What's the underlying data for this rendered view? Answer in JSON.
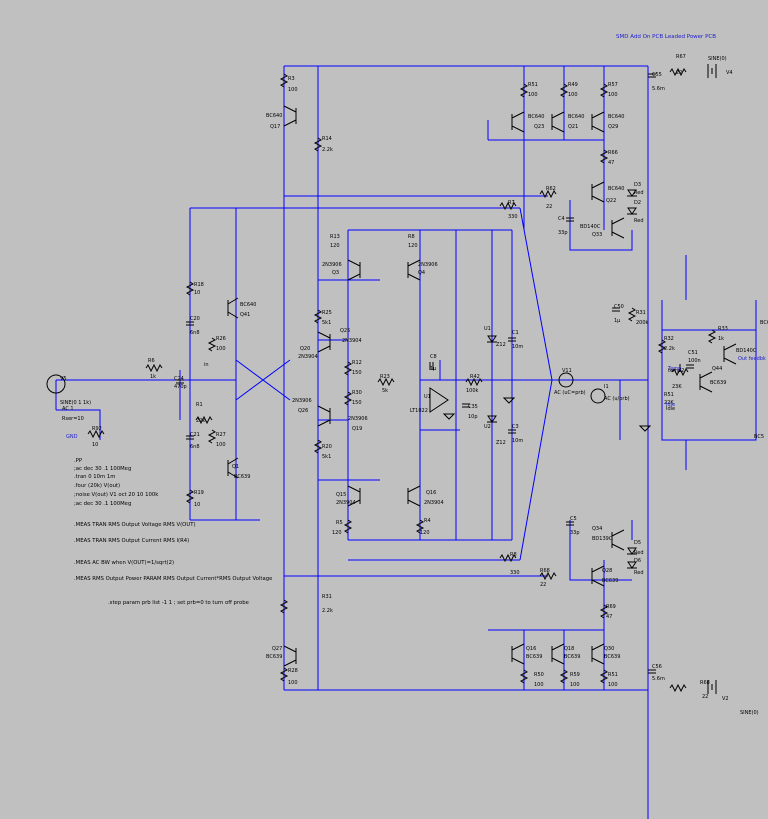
{
  "title": "SMD Add On PCB  Leaded Power PCB",
  "directives": [
    ".PP",
    ";ac dec 30 .1 100Meg",
    ".tran 0 10m 1m",
    ".four (20k) V(out)",
    ";noise V(out) V1 oct 20 10 100k",
    ";ac dec 30 .1 100Meg",
    ".MEAS TRAN RMS Output Voltage RMS V(OUT)",
    ".MEAS TRAN RMS Output Current RMS I(R4)",
    ".MEAS AC BW when V(OUT)=1/sqrt(2)",
    ".MEAS RMS Output Power PARAM RMS Output Current*RMS Output Voltage",
    ".step param prb list -1 1 ; set prb=0 to turn off probe"
  ],
  "labels": [
    {
      "t": "R3",
      "blue": false
    },
    {
      "t": "100",
      "blue": false
    },
    {
      "t": "BC640",
      "blue": false
    },
    {
      "t": "Q17",
      "blue": false
    },
    {
      "t": "R14",
      "blue": false
    },
    {
      "t": "2.2k",
      "blue": false
    },
    {
      "t": "R51",
      "blue": false
    },
    {
      "t": "100",
      "blue": false
    },
    {
      "t": "R49",
      "blue": false
    },
    {
      "t": "100",
      "blue": false
    },
    {
      "t": "R57",
      "blue": false
    },
    {
      "t": "100",
      "blue": false
    },
    {
      "t": "C55",
      "blue": false
    },
    {
      "t": "5.6m",
      "blue": false
    },
    {
      "t": "R67",
      "blue": false
    },
    {
      "t": "22",
      "blue": false
    },
    {
      "t": "SINE(0)",
      "blue": false
    },
    {
      "t": "V4",
      "blue": false
    },
    {
      "t": "BC640",
      "blue": false
    },
    {
      "t": "Q23",
      "blue": false
    },
    {
      "t": "BC640",
      "blue": false
    },
    {
      "t": "Q21",
      "blue": false
    },
    {
      "t": "BC640",
      "blue": false
    },
    {
      "t": "Q29",
      "blue": false
    },
    {
      "t": "R66",
      "blue": false
    },
    {
      "t": "47",
      "blue": false
    },
    {
      "t": "R62",
      "blue": false
    },
    {
      "t": "22",
      "blue": false
    },
    {
      "t": "BC640",
      "blue": false
    },
    {
      "t": "Q22",
      "blue": false
    },
    {
      "t": "D3",
      "blue": false
    },
    {
      "t": "Red",
      "blue": false
    },
    {
      "t": "D2",
      "blue": false
    },
    {
      "t": "Red",
      "blue": false
    },
    {
      "t": "R7",
      "blue": false
    },
    {
      "t": "330",
      "blue": false
    },
    {
      "t": "C4",
      "blue": false
    },
    {
      "t": "33p",
      "blue": false
    },
    {
      "t": "BD140C",
      "blue": false
    },
    {
      "t": "Q33",
      "blue": false
    },
    {
      "t": "R13",
      "blue": false
    },
    {
      "t": "120",
      "blue": false
    },
    {
      "t": "R8",
      "blue": false
    },
    {
      "t": "120",
      "blue": false
    },
    {
      "t": "2N3906",
      "blue": false
    },
    {
      "t": "Q3",
      "blue": false
    },
    {
      "t": "2N3906",
      "blue": false
    },
    {
      "t": "Q4",
      "blue": false
    },
    {
      "t": "R18",
      "blue": false
    },
    {
      "t": "10",
      "blue": false
    },
    {
      "t": "BC640",
      "blue": false
    },
    {
      "t": "Q41",
      "blue": false
    },
    {
      "t": "C50",
      "blue": false
    },
    {
      "t": "1µ",
      "blue": false
    },
    {
      "t": "R31",
      "blue": false
    },
    {
      "t": "200k",
      "blue": false
    },
    {
      "t": "C20",
      "blue": false
    },
    {
      "t": "6n8",
      "blue": false
    },
    {
      "t": "R26",
      "blue": false
    },
    {
      "t": "100",
      "blue": false
    },
    {
      "t": "R25",
      "blue": false
    },
    {
      "t": "5k1",
      "blue": false
    },
    {
      "t": "Q25",
      "blue": false
    },
    {
      "t": "2N3904",
      "blue": false
    },
    {
      "t": "U1",
      "blue": false
    },
    {
      "t": "Z12",
      "blue": false
    },
    {
      "t": "C1",
      "blue": false
    },
    {
      "t": "10m",
      "blue": false
    },
    {
      "t": "R32",
      "blue": false
    },
    {
      "t": "2.2k",
      "blue": false
    },
    {
      "t": "C51",
      "blue": false
    },
    {
      "t": "100n",
      "blue": false
    },
    {
      "t": "R33",
      "blue": false
    },
    {
      "t": "1k",
      "blue": false
    },
    {
      "t": "BD140C",
      "blue": false
    },
    {
      "t": "Q20",
      "blue": false
    },
    {
      "t": "2N3904",
      "blue": false
    },
    {
      "t": "R12",
      "blue": false
    },
    {
      "t": "150",
      "blue": false
    },
    {
      "t": "C8",
      "blue": false
    },
    {
      "t": "1µ",
      "blue": false
    },
    {
      "t": "R6",
      "blue": false
    },
    {
      "t": "1k",
      "blue": false
    },
    {
      "t": "C24",
      "blue": false
    },
    {
      "t": "470p",
      "blue": false
    },
    {
      "t": "in",
      "blue": false
    },
    {
      "t": "R23",
      "blue": false
    },
    {
      "t": "5k",
      "blue": false
    },
    {
      "t": "R42",
      "blue": false
    },
    {
      "t": "100k",
      "blue": false
    },
    {
      "t": "V11",
      "blue": false
    },
    {
      "t": "AC (uC=prb)",
      "blue": false
    },
    {
      "t": "AC (u/prb)",
      "blue": false
    },
    {
      "t": "I1",
      "blue": false
    },
    {
      "t": "temp2",
      "blue": false
    },
    {
      "t": "23K",
      "blue": false
    },
    {
      "t": "Q44",
      "blue": false
    },
    {
      "t": "BC639",
      "blue": false
    },
    {
      "t": "V5",
      "blue": false
    },
    {
      "t": "SINE(0 1 1k)",
      "blue": false
    },
    {
      "t": "AC 1",
      "blue": false
    },
    {
      "t": "Rser=10",
      "blue": false
    },
    {
      "t": "R1",
      "blue": false
    },
    {
      "t": "22k",
      "blue": false
    },
    {
      "t": "R30",
      "blue": false
    },
    {
      "t": "150",
      "blue": false
    },
    {
      "t": "U1",
      "blue": false
    },
    {
      "t": "LT1022",
      "blue": false
    },
    {
      "t": "C35",
      "blue": false
    },
    {
      "t": "10p",
      "blue": false
    },
    {
      "t": "R51",
      "blue": false
    },
    {
      "t": "22K",
      "blue": false
    },
    {
      "t": "Idle",
      "blue": false
    },
    {
      "t": "2N3906",
      "blue": false
    },
    {
      "t": "Q26",
      "blue": false
    },
    {
      "t": "2N3906",
      "blue": false
    },
    {
      "t": "Q19",
      "blue": false
    },
    {
      "t": "R92",
      "blue": false
    },
    {
      "t": "10",
      "blue": false
    },
    {
      "t": "C21",
      "blue": false
    },
    {
      "t": "6n8",
      "blue": false
    },
    {
      "t": "R27",
      "blue": false
    },
    {
      "t": "100",
      "blue": false
    },
    {
      "t": "U2",
      "blue": false
    },
    {
      "t": "Z12",
      "blue": false
    },
    {
      "t": "C3",
      "blue": false
    },
    {
      "t": "10m",
      "blue": false
    },
    {
      "t": "R20",
      "blue": false
    },
    {
      "t": "5k1",
      "blue": false
    },
    {
      "t": "Q1",
      "blue": false
    },
    {
      "t": "BC639",
      "blue": false
    },
    {
      "t": "R19",
      "blue": false
    },
    {
      "t": "10",
      "blue": false
    },
    {
      "t": "Q15",
      "blue": false
    },
    {
      "t": "2N3904",
      "blue": false
    },
    {
      "t": "Q16",
      "blue": false
    },
    {
      "t": "2N3904",
      "blue": false
    },
    {
      "t": "R5",
      "blue": false
    },
    {
      "t": "120",
      "blue": false
    },
    {
      "t": "R4",
      "blue": false
    },
    {
      "t": "120",
      "blue": false
    },
    {
      "t": "C5",
      "blue": false
    },
    {
      "t": "33p",
      "blue": false
    },
    {
      "t": "Q34",
      "blue": false
    },
    {
      "t": "BD139C",
      "blue": false
    },
    {
      "t": "D5",
      "blue": false
    },
    {
      "t": "Red",
      "blue": false
    },
    {
      "t": "D6",
      "blue": false
    },
    {
      "t": "Red",
      "blue": false
    },
    {
      "t": "R8",
      "blue": false
    },
    {
      "t": "330",
      "blue": false
    },
    {
      "t": "R68",
      "blue": false
    },
    {
      "t": "22",
      "blue": false
    },
    {
      "t": "Q28",
      "blue": false
    },
    {
      "t": "BC639",
      "blue": false
    },
    {
      "t": "R31",
      "blue": false
    },
    {
      "t": "2.2k",
      "blue": false
    },
    {
      "t": "R69",
      "blue": false
    },
    {
      "t": "47",
      "blue": false
    },
    {
      "t": "Q27",
      "blue": false
    },
    {
      "t": "BC639",
      "blue": false
    },
    {
      "t": "R28",
      "blue": false
    },
    {
      "t": "100",
      "blue": false
    },
    {
      "t": "Q16",
      "blue": false
    },
    {
      "t": "BC639",
      "blue": false
    },
    {
      "t": "Q18",
      "blue": false
    },
    {
      "t": "BC639",
      "blue": false
    },
    {
      "t": "Q30",
      "blue": false
    },
    {
      "t": "BC639",
      "blue": false
    },
    {
      "t": "R50",
      "blue": false
    },
    {
      "t": "100",
      "blue": false
    },
    {
      "t": "R59",
      "blue": false
    },
    {
      "t": "100",
      "blue": false
    },
    {
      "t": "R51",
      "blue": false
    },
    {
      "t": "100",
      "blue": false
    },
    {
      "t": "C56",
      "blue": false
    },
    {
      "t": "5.6m",
      "blue": false
    },
    {
      "t": "R68",
      "blue": false
    },
    {
      "t": "22",
      "blue": false
    },
    {
      "t": "V2",
      "blue": false
    },
    {
      "t": "SINE(0)",
      "blue": false
    },
    {
      "t": "Out feedbk",
      "blue": true
    },
    {
      "t": "Temp",
      "blue": true
    },
    {
      "t": "Idle",
      "blue": true
    },
    {
      "t": "GND",
      "blue": true
    },
    {
      "t": "BC6",
      "blue": false
    },
    {
      "t": "BC5",
      "blue": false
    }
  ]
}
